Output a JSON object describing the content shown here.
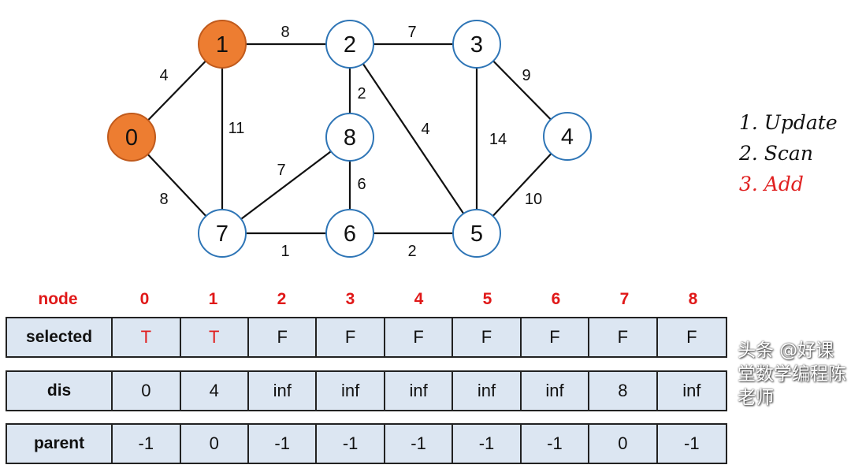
{
  "graph": {
    "nodes": [
      {
        "id": "0",
        "selected": true
      },
      {
        "id": "1",
        "selected": true
      },
      {
        "id": "2",
        "selected": false
      },
      {
        "id": "3",
        "selected": false
      },
      {
        "id": "4",
        "selected": false
      },
      {
        "id": "5",
        "selected": false
      },
      {
        "id": "6",
        "selected": false
      },
      {
        "id": "7",
        "selected": false
      },
      {
        "id": "8",
        "selected": false
      }
    ],
    "edges": [
      {
        "from": 0,
        "to": 1,
        "weight": "4"
      },
      {
        "from": 0,
        "to": 7,
        "weight": "8"
      },
      {
        "from": 1,
        "to": 2,
        "weight": "8"
      },
      {
        "from": 1,
        "to": 7,
        "weight": "11"
      },
      {
        "from": 2,
        "to": 3,
        "weight": "7"
      },
      {
        "from": 2,
        "to": 8,
        "weight": "2"
      },
      {
        "from": 2,
        "to": 5,
        "weight": "4"
      },
      {
        "from": 3,
        "to": 4,
        "weight": "9"
      },
      {
        "from": 3,
        "to": 5,
        "weight": "14"
      },
      {
        "from": 4,
        "to": 5,
        "weight": "10"
      },
      {
        "from": 7,
        "to": 8,
        "weight": "7"
      },
      {
        "from": 8,
        "to": 6,
        "weight": "6"
      },
      {
        "from": 7,
        "to": 6,
        "weight": "1"
      },
      {
        "from": 6,
        "to": 5,
        "weight": "2"
      }
    ],
    "colors": {
      "selected_fill": "#ed7d31",
      "node_stroke": "#2e75b6",
      "edge": "#111111"
    }
  },
  "legend": {
    "step1": "1. Update",
    "step2": "2. Scan",
    "step3": "3. Add"
  },
  "table": {
    "header_label": "node",
    "nodes": [
      "0",
      "1",
      "2",
      "3",
      "4",
      "5",
      "6",
      "7",
      "8"
    ],
    "rows": [
      {
        "label": "selected",
        "values": [
          "T",
          "T",
          "F",
          "F",
          "F",
          "F",
          "F",
          "F",
          "F"
        ]
      },
      {
        "label": "dis",
        "values": [
          "0",
          "4",
          "inf",
          "inf",
          "inf",
          "inf",
          "inf",
          "8",
          "inf"
        ]
      },
      {
        "label": "parent",
        "values": [
          "-1",
          "0",
          "-1",
          "-1",
          "-1",
          "-1",
          "-1",
          "0",
          "-1"
        ]
      }
    ]
  },
  "watermark": "头条 @好课堂数学编程陈老师"
}
